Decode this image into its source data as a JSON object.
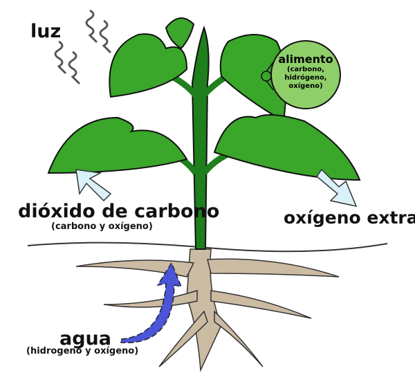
{
  "labels": {
    "light": "luz",
    "food": "alimento",
    "food_sub": [
      "(carbono,",
      "hidrógeno,",
      "oxígeno)"
    ],
    "co2": "dióxido de carbono",
    "co2_sub": "(carbono y oxígeno)",
    "oxygen": "oxígeno extra",
    "water": "agua",
    "water_sub": "(hidrogeno y oxígeno)"
  },
  "colors": {
    "leaf": "#3aa62a",
    "leaf_dark": "#1f7a1a",
    "stem": "#1e7f1c",
    "root": "#cbbba3",
    "water_arrow": "#4a55d8",
    "air_arrow": "#d9f1f8",
    "food_circle": "#8fcf6a"
  }
}
